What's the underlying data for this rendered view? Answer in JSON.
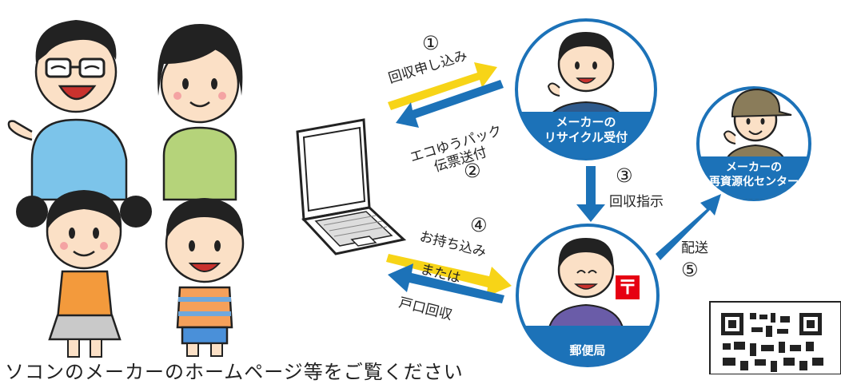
{
  "steps": {
    "s1": {
      "num": "①",
      "label": "回収申し込み"
    },
    "s2": {
      "num": "②",
      "label_line1": "エコゆうパック",
      "label_line2": "伝票送付"
    },
    "s3": {
      "num": "③",
      "label": "回収指示"
    },
    "s4": {
      "num": "④",
      "label": "お持ち込み"
    },
    "s4_or": "または",
    "s4_alt": "戸口回収",
    "s5": {
      "num": "⑤",
      "label": "配送"
    }
  },
  "nodes": {
    "maker_reception": {
      "line1": "メーカーの",
      "line2": "リサイクル受付"
    },
    "recycling_center": {
      "line1": "メーカーの",
      "line2": "再資源化センター"
    },
    "post_office": {
      "label": "郵便局",
      "mark": "〒"
    }
  },
  "footer": {
    "text": "ソコンのメーカーのホームページ等をご覧ください"
  },
  "colors": {
    "yellow_arrow": "#F7D417",
    "blue_arrow": "#1C72B8",
    "circle_blue": "#1C72B8",
    "post_red": "#E60012"
  }
}
